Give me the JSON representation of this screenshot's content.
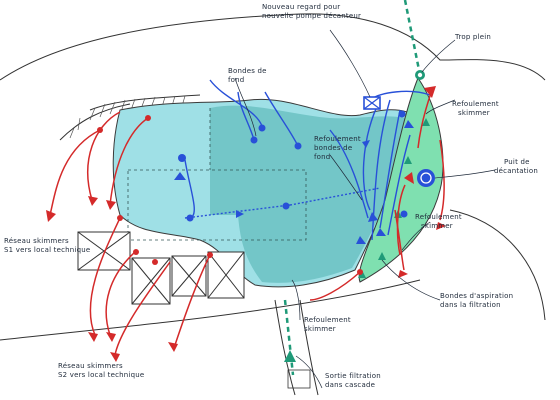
{
  "labels": {
    "new_manhole": [
      "Nouveau regard pour",
      "nouvelle pompe décanteur"
    ],
    "overflow": [
      "Trop plein"
    ],
    "floor_drains": [
      "Bondes de",
      "fond"
    ],
    "floor_drain_return": [
      "Refoulement",
      "bondes de",
      "fond"
    ],
    "skimmer_return_top": [
      "Refoulement",
      "skimmer"
    ],
    "settling_well": [
      "Puit de",
      "décantation"
    ],
    "skimmer_return_mid": [
      "Refoulement",
      "skimmer"
    ],
    "skimmer_network_left": [
      "Réseau skimmers",
      "S1 vers local technique"
    ],
    "suction_drains": [
      "Bondes d'aspiration",
      "dans la filtration"
    ],
    "skimmer_return_bottom": [
      "Refoulement",
      "skimmer"
    ],
    "skimmer_network_bottom": [
      "Réseau skimmers",
      "S2 vers local technique"
    ],
    "filtration_outlet": [
      "Sortie filtration",
      "dans cascade"
    ]
  },
  "colors": {
    "pond_main": "#9fe0e6",
    "pond_deep": "#5cb9b9",
    "filter_zone": "#7fe0b0",
    "pipe_blue": "#2850d8",
    "pipe_red": "#d42a2a",
    "outline": "#3a3a3a",
    "teal_dash": "#1f9a78"
  },
  "icons": [
    "pump-icon",
    "drain-dot-icon",
    "flow-arrow-icon",
    "settling-well-icon",
    "overflow-icon"
  ]
}
